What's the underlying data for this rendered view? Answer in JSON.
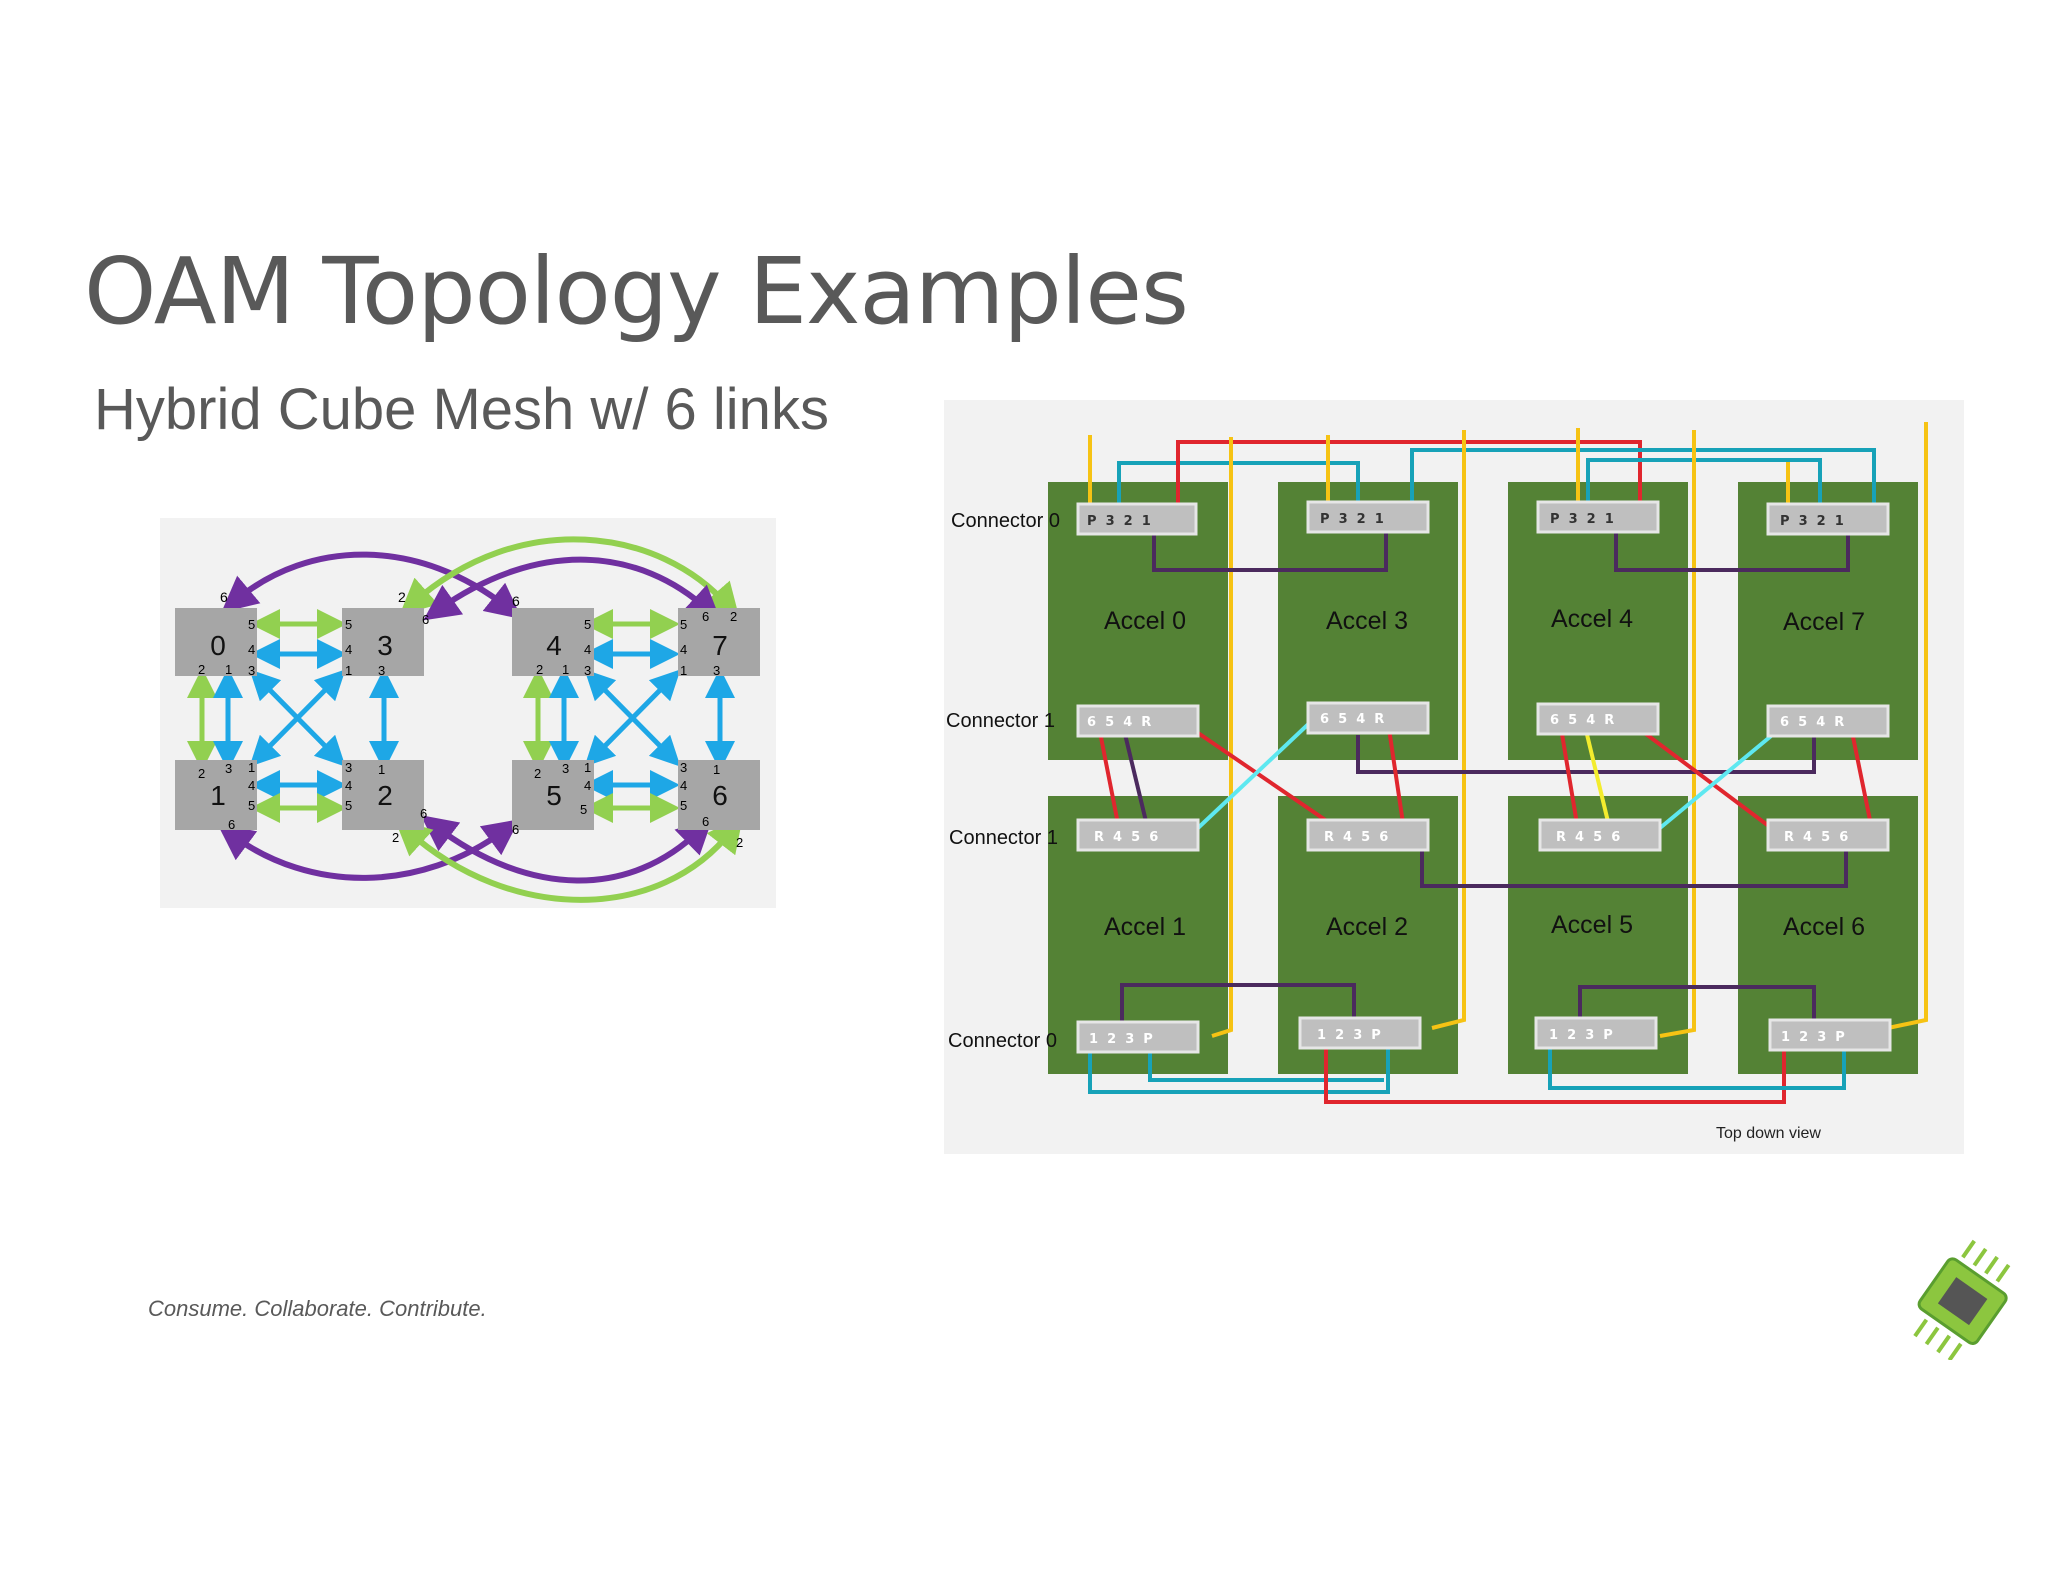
{
  "slide": {
    "title": "OAM Topology Examples",
    "subtitle": "Hybrid Cube Mesh w/ 6 links",
    "footer": "Consume. Collaborate. Contribute."
  },
  "logical_diagram": {
    "nodes": [
      {
        "id": "0",
        "ports": {
          "top_left": "6",
          "right_top": "5",
          "right_mid": "4",
          "right_bot": "3",
          "bottom": [
            "2",
            "1"
          ]
        }
      },
      {
        "id": "3",
        "ports": {
          "top_right": "2",
          "left_top": "5",
          "left_mid": "4",
          "left_bot": "1",
          "bottom": [
            "3"
          ],
          "right_corner": "6"
        }
      },
      {
        "id": "4",
        "ports": {
          "top_left": "6",
          "right_top": "5",
          "right_mid": "4",
          "right_bot": "3",
          "bottom": [
            "2",
            "1"
          ]
        }
      },
      {
        "id": "7",
        "ports": {
          "top": [
            "6",
            "2"
          ],
          "left_top": "5",
          "left_mid": "4",
          "left_bot": "1",
          "bottom": [
            "3"
          ]
        }
      },
      {
        "id": "1",
        "ports": {
          "top": [
            "2",
            "3"
          ],
          "right_top": "1",
          "right_mid": "4",
          "right_bot": "5",
          "bottom": [
            "6"
          ]
        }
      },
      {
        "id": "2",
        "ports": {
          "left_top": "3",
          "left_mid": "4",
          "left_bot": "5",
          "top": [
            "1"
          ],
          "right_corner": "6",
          "bottom": [
            "2"
          ]
        }
      },
      {
        "id": "5",
        "ports": {
          "top": [
            "2",
            "3"
          ],
          "right_top": "1",
          "right_mid": "4",
          "right_bot": "5",
          "left_corner": "6"
        }
      },
      {
        "id": "6",
        "ports": {
          "left_top": "3",
          "left_mid": "4",
          "left_bot": "5",
          "top": [
            "1"
          ],
          "bottom": [
            "6"
          ],
          "right_corner": "2"
        }
      }
    ]
  },
  "physical_diagram": {
    "caption": "Top down view",
    "row_labels": {
      "top_connector0": "Connector 0",
      "top_connector1": "Connector 1",
      "bottom_connector1": "Connector 1",
      "bottom_connector0": "Connector 0"
    },
    "top_row": [
      {
        "label": "Accel 0",
        "conn0_pins": "P  3  2  1",
        "conn1_pins": "6  5  4  R"
      },
      {
        "label": "Accel 3",
        "conn0_pins": "P  3  2  1",
        "conn1_pins": "6  5  4  R"
      },
      {
        "label": "Accel 4",
        "conn0_pins": "P  3  2  1",
        "conn1_pins": "6  5  4  R"
      },
      {
        "label": "Accel 7",
        "conn0_pins": "P  3  2  1",
        "conn1_pins": "6  5  4  R"
      }
    ],
    "bottom_row": [
      {
        "label": "Accel 1",
        "conn1_pins": "R  4  5  6",
        "conn0_pins": "1  2  3  P"
      },
      {
        "label": "Accel 2",
        "conn1_pins": "R  4  5  6",
        "conn0_pins": "1  2  3  P"
      },
      {
        "label": "Accel 5",
        "conn1_pins": "R  4  5  6",
        "conn0_pins": "1  2  3  P"
      },
      {
        "label": "Accel 6",
        "conn1_pins": "R  4  5  6",
        "conn0_pins": "1  2  3  P"
      }
    ]
  },
  "colors": {
    "title_text": "#595959",
    "board_green": "#548235",
    "panel_bg": "#f2f2f2",
    "node_gray": "#a6a6a6",
    "purple_link": "#7030a0",
    "green_link": "#92d050",
    "blue_link": "#1ea7e6",
    "red_wire": "#e0262e",
    "teal_wire": "#17a2b8",
    "yellow_wire": "#f6c314",
    "purple_wire": "#4b2a5e",
    "cyan_wire": "#5ee8f0"
  },
  "logo": {
    "name": "chip-logo-icon"
  }
}
